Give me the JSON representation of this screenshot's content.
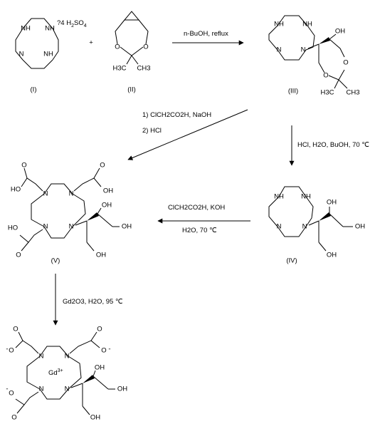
{
  "compounds": {
    "I": {
      "label": "(I)",
      "atoms": [
        "NH",
        "NH",
        "N",
        "NH"
      ],
      "salt_prefix": "?4 H",
      "salt_sub": "2",
      "salt_suffix": "SO",
      "salt_sub2": "4"
    },
    "II": {
      "label": "(II)",
      "atoms": [
        "O",
        "O"
      ],
      "methyls": [
        "H3C",
        "CH3"
      ]
    },
    "III": {
      "label": "(III)",
      "atoms": [
        "NH",
        "N",
        "NH",
        "N",
        "OH",
        "O",
        "O"
      ],
      "methyls": [
        "H3C",
        "CH3"
      ]
    },
    "IV": {
      "label": "(IV)",
      "atoms": [
        "NH",
        "N",
        "NH",
        "N",
        "OH",
        "OH",
        "OH"
      ]
    },
    "V": {
      "label": "(V)",
      "atoms": [
        "N",
        "N",
        "N",
        "N",
        "HO",
        "O",
        "O",
        "OH",
        "HO",
        "O",
        "OH",
        "OH",
        "OH"
      ]
    },
    "VI": {
      "metal": "Gd",
      "metal_charge": "3+",
      "atoms": [
        "N",
        "N",
        "N",
        "N",
        "O",
        "O",
        "O",
        "O",
        "O",
        "O",
        "OH",
        "OH",
        "OH"
      ],
      "charges": [
        "-",
        "-",
        "-"
      ]
    }
  },
  "plus_sign": "+",
  "steps": {
    "s1": {
      "reagents": "n-BuOH, reflux"
    },
    "s2": {
      "line1": "1) ClCH2CO2H, NaOH",
      "line2": "2) HCl"
    },
    "s3": {
      "text": "HCl, H2O, BuOH, 70 ℃"
    },
    "s4": {
      "line1": "ClCH2CO2H, KOH",
      "line2": "H2O, 70 ℃"
    },
    "s5": {
      "text": "Gd2O3, H2O, 95 ℃"
    }
  }
}
